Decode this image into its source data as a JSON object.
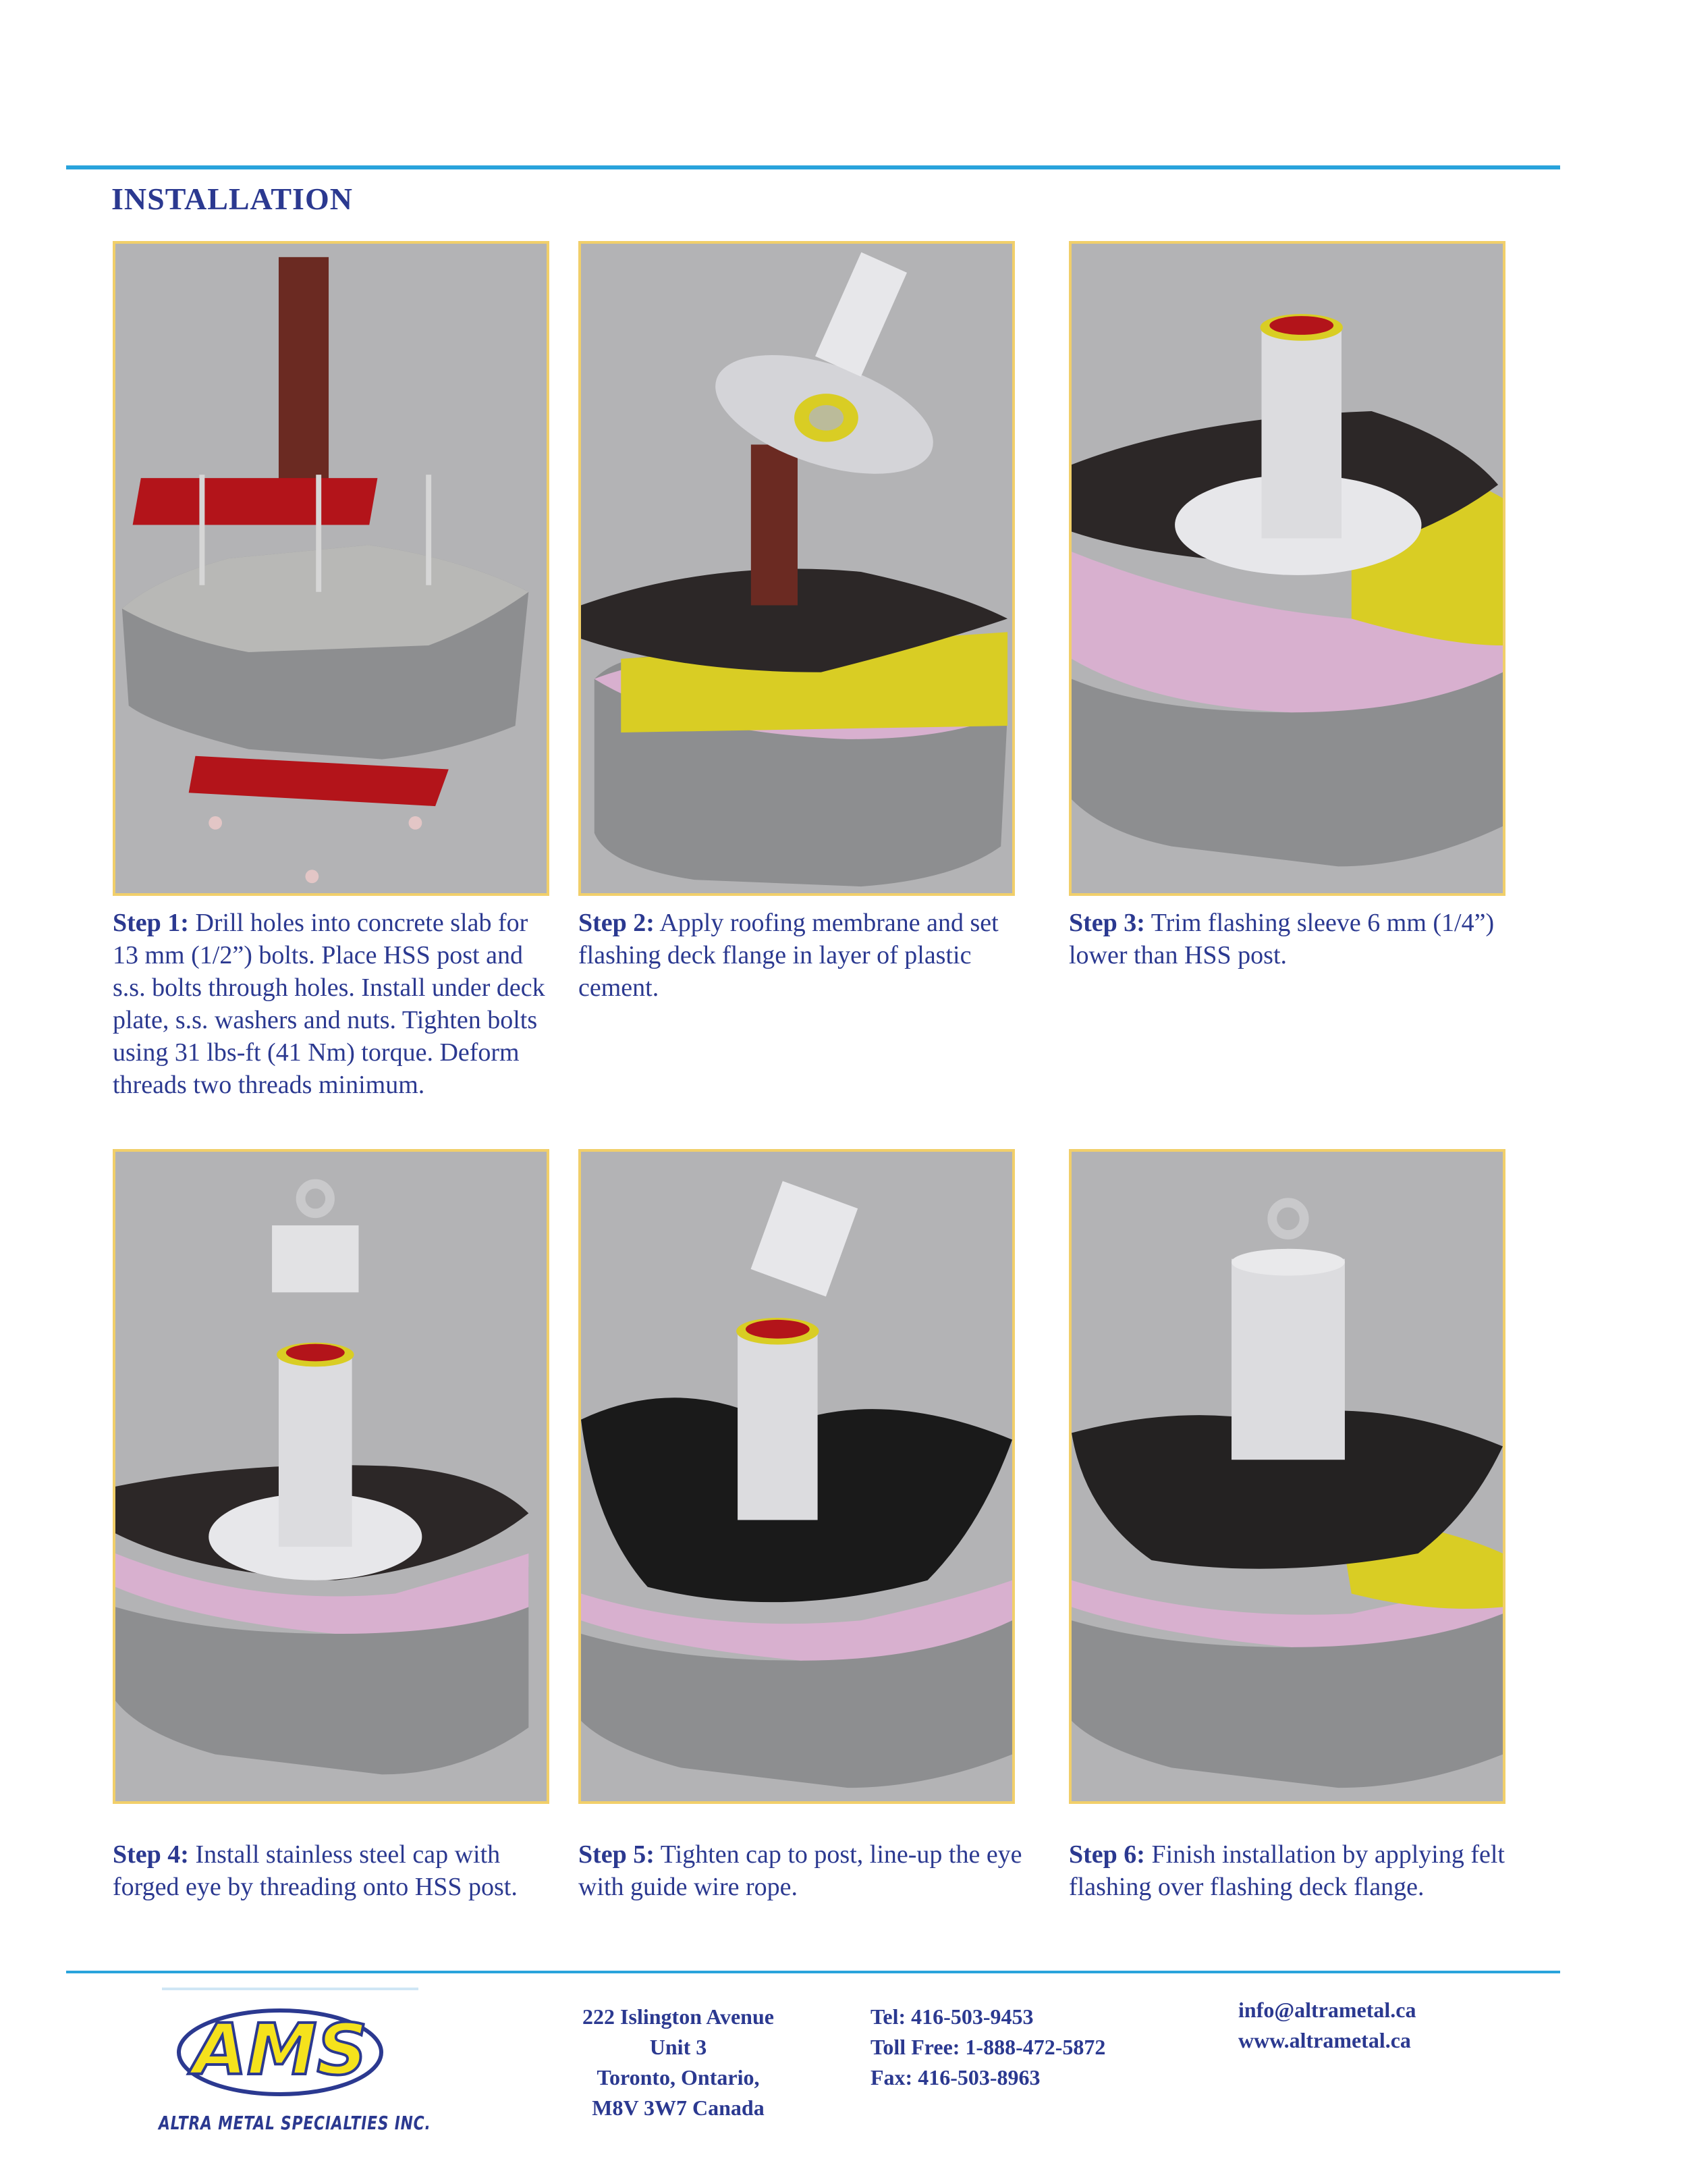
{
  "heading": "INSTALLATION",
  "steps": [
    {
      "label": "Step 1:",
      "text": " Drill holes into concrete slab for 13 mm (1/2”) bolts. Place HSS post and s.s. bolts through holes. Install under deck plate, s.s. washers and nuts. Tighten  bolts using 31 lbs-ft (41 Nm) torque. Deform threads two threads minimum.",
      "image_alt": "Exploded view: HSS post and base plate with bolts above a concrete slab, under deck plate and washers below"
    },
    {
      "label": "Step 2:",
      "text": " Apply roofing membrane and set flashing deck flange in layer of plastic cement.",
      "image_alt": "Flashing sleeve and deck flange lowered over post onto roofing membrane"
    },
    {
      "label": "Step 3:",
      "text": " Trim flashing sleeve 6 mm (1/4”) lower than HSS post.",
      "image_alt": "Trimmed flashing sleeve on post with flange on membrane"
    },
    {
      "label": "Step 4:",
      "text": " Install stainless steel cap with forged eye by threading onto HSS post.",
      "image_alt": "Stainless steel cap with forged eye above post"
    },
    {
      "label": "Step 5:",
      "text": " Tighten cap to post, line-up the eye with guide wire rope.",
      "image_alt": "Cap sleeve lowered onto post with black membrane covering flange"
    },
    {
      "label": "Step 6:",
      "text": "  Finish installation by applying felt flashing over flashing deck flange.",
      "image_alt": "Finished anchor with cap and eye over felt flashing"
    }
  ],
  "footer": {
    "company": "ALTRA METAL SPECIALTIES INC.",
    "logo_text": "AMS",
    "address": [
      "222 Islington Avenue",
      "Unit 3",
      "Toronto, Ontario,",
      "M8V 3W7 Canada"
    ],
    "phones": [
      "Tel:  416-503-9453",
      "Toll Free:  1-888-472-5872",
      "Fax:  416-503-8963"
    ],
    "web": [
      "info@altrametal.ca",
      "www.altrametal.ca"
    ]
  },
  "colors": {
    "accent_rule": "#29a3dc",
    "text": "#2b3990",
    "panel_border": "#f1cf6a",
    "logo_yellow": "#f5e21c"
  }
}
